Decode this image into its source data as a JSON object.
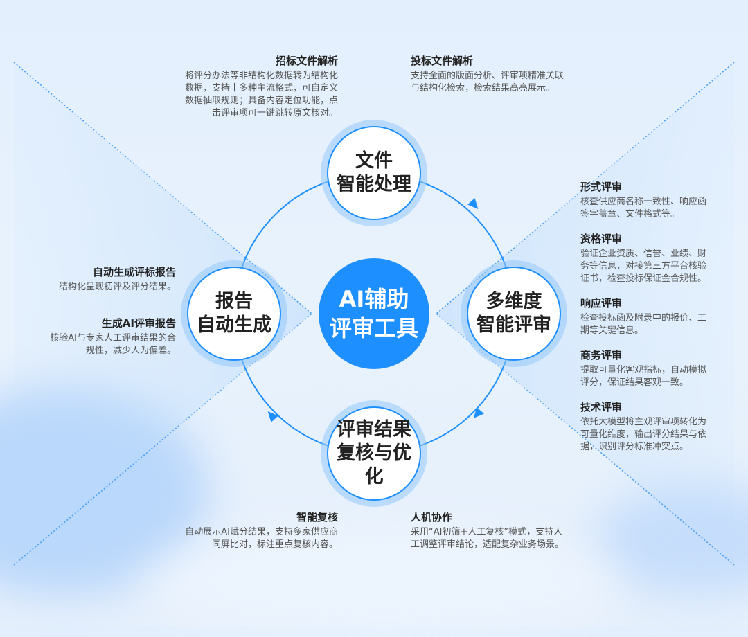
{
  "center": {
    "line1": "AI辅助",
    "line2": "评审工具",
    "color": "#1E8FFF"
  },
  "nodes": {
    "top": {
      "line1": "文件",
      "line2": "智能处理"
    },
    "right": {
      "line1": "多维度",
      "line2": "智能评审"
    },
    "bottom": {
      "line1": "评审结果",
      "line2": "复核与优化"
    },
    "left": {
      "line1": "报告",
      "line2": "自动生成"
    }
  },
  "top_blocks": [
    {
      "title": "招标文件解析",
      "lines": [
        "将评分办法等非结构化数据转为结构化",
        "数据，支持十多种主流格式，可自定义",
        "数据抽取规则；具备内容定位功能，点",
        "击评审项可一键跳转原文核对。"
      ]
    },
    {
      "title": "投标文件解析",
      "lines": [
        "支持全面的版面分析、评审项精准关联",
        "与结构化检索，检索结果高亮展示。"
      ]
    }
  ],
  "right_blocks": [
    {
      "title": "形式评审",
      "lines": [
        "核查供应商名称一致性、响应函",
        "签字盖章、文件格式等。"
      ]
    },
    {
      "title": "资格评审",
      "lines": [
        "验证企业资质、信誉、业绩、财",
        "务等信息，对接第三方平台核验",
        "证书，检查投标保证金合规性。"
      ]
    },
    {
      "title": "响应评审",
      "lines": [
        "检查投标函及附录中的报价、工",
        "期等关键信息。"
      ]
    },
    {
      "title": "商务评审",
      "lines": [
        "提取可量化客观指标，自动模拟",
        "评分，保证结果客观一致。"
      ]
    },
    {
      "title": "技术评审",
      "lines": [
        "依托大模型将主观评审项转化为",
        "可量化维度，输出评分结果与依",
        "据，识别评分标准冲突点。"
      ]
    }
  ],
  "left_blocks": [
    {
      "title": "自动生成评标报告",
      "lines": [
        "结构化呈现初评及评分结果。"
      ]
    },
    {
      "title": "生成AI评审报告",
      "lines": [
        "核验AI与专家人工评审结果的合",
        "规性，减少人为偏差。"
      ]
    }
  ],
  "bottom_blocks": [
    {
      "title": "智能复核",
      "lines": [
        "自动展示AI赋分结果，支持多家供应商",
        "同屏比对，标注重点复核内容。"
      ]
    },
    {
      "title": "人机协作",
      "lines": [
        "采用“AI初筛+人工复核”模式，支持人",
        "工调整评审结论，适配复杂业务场景。"
      ]
    }
  ],
  "colors": {
    "accent": "#1E8FFF",
    "halo": "#9CC8F8",
    "title_text": "#222222",
    "desc_text": "#555555",
    "background": "#E6F0FC"
  }
}
